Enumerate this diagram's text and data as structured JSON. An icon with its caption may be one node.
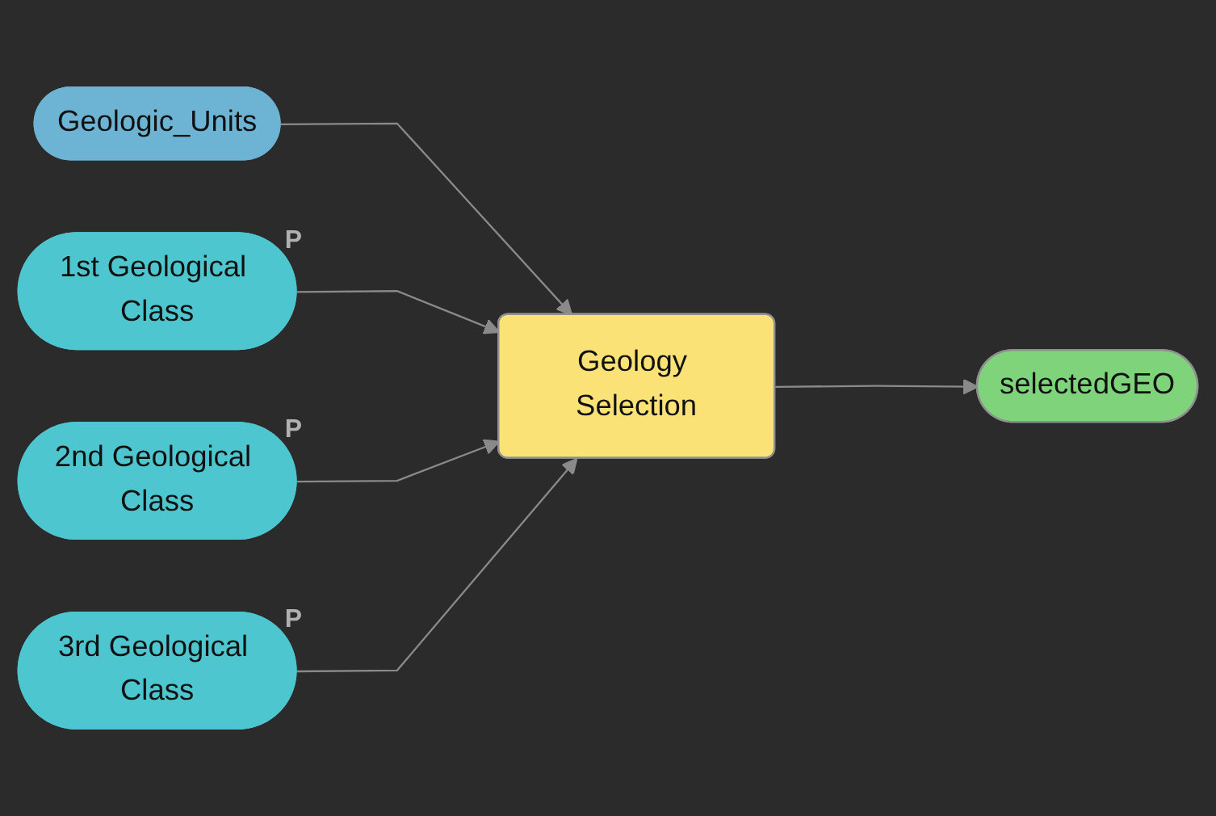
{
  "diagram": {
    "nodes": [
      {
        "text": [
          "Geologic_Units"
        ]
      },
      {
        "text": [
          "1st Geological Class"
        ],
        "beside": [
          "P"
        ]
      },
      {
        "text": [
          "2nd Geological Class"
        ],
        "beside": [
          "P"
        ]
      },
      {
        "text": [
          "3rd Geological Class"
        ],
        "beside": [
          "P"
        ]
      },
      {
        "text": [
          "Geology Selection"
        ]
      },
      {
        "text": [
          "selectedGEO"
        ]
      }
    ],
    "edges": [
      {
        "from": 0,
        "to": 4,
        "arrow": "to"
      },
      {
        "from": 1,
        "to": 4,
        "arrow": "to"
      },
      {
        "from": 2,
        "to": 4,
        "arrow": "to"
      },
      {
        "from": 3,
        "to": 4,
        "arrow": "to"
      },
      {
        "from": 4,
        "to": 5,
        "arrow": "to"
      }
    ]
  }
}
